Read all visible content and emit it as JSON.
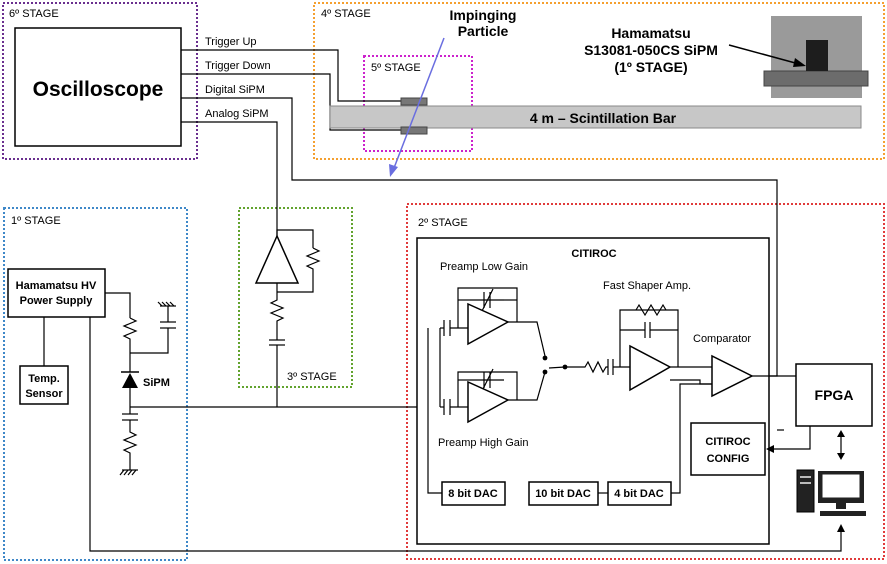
{
  "stages": {
    "s6": "6º STAGE",
    "s4": "4º STAGE",
    "s5": "5º STAGE",
    "s1": "1º STAGE",
    "s2": "2º STAGE",
    "s3": "3º STAGE"
  },
  "oscilloscope": "Oscilloscope",
  "signals": {
    "trigger_up": "Trigger Up",
    "trigger_down": "Trigger Down",
    "digital": "Digital SiPM",
    "analog": "Analog SiPM"
  },
  "particle": {
    "line1": "Impinging",
    "line2": "Particle"
  },
  "sipm_model": {
    "line1": "Hamamatsu",
    "line2": "S13081-050CS SiPM",
    "line3": "(1º STAGE)"
  },
  "bar": "4 m – Scintillation Bar",
  "hv": {
    "line1": "Hamamatsu HV",
    "line2": "Power Supply"
  },
  "temp": {
    "line1": "Temp.",
    "line2": "Sensor"
  },
  "sipm": "SiPM",
  "citiroc": "CITIROC",
  "preamp_low": "Preamp Low Gain",
  "preamp_high": "Preamp High Gain",
  "fast_shaper": "Fast Shaper Amp.",
  "comparator": "Comparator",
  "fpga": "FPGA",
  "config": {
    "line1": "CITIROC",
    "line2": "CONFIG"
  },
  "dac8": "8 bit DAC",
  "dac10": "10 bit DAC",
  "dac4": "4 bit DAC",
  "colors": {
    "stage6": "#6a2f8f",
    "stage4": "#f5a030",
    "stage5": "#cc22cc",
    "stage1": "#3f88c8",
    "stage2": "#e03b3b",
    "stage3": "#62a32e",
    "particle": "#6a6ee0"
  }
}
